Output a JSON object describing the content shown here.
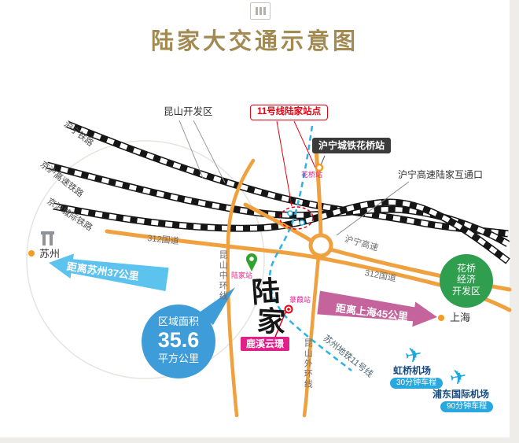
{
  "title": "陆家大交通示意图",
  "icons": {
    "plane": "✈"
  },
  "colors": {
    "title": "#a38a52",
    "railway": "#161616",
    "road": "#f0a13f",
    "metro": "#2bb3e8",
    "accent_red": "#e60012",
    "accent_pink": "#e0218a",
    "bubble_blue": "#3e9cd9",
    "arrow_blue": "#5cc2ee",
    "arrow_pink": "#c4639c",
    "zone_green": "#2f9f4f",
    "plane_blue": "#1ba7e2"
  },
  "callouts": {
    "kunshan_dev_zone": "昆山开发区",
    "line11_lujia_station": "11号线陆家站点",
    "huning_cityrail_huaqiao": "沪宁城铁花桥站",
    "huning_expwy_interchange": "沪宁高速陆家互通口"
  },
  "railways": {
    "huning": "沪宁铁路",
    "jinghu_hsr": "京沪高速铁路",
    "jinghu_intercity": "京沪城际铁路"
  },
  "roads": {
    "g312_west": "312国道",
    "g312_east": "312国道",
    "huning_expwy": "沪宁高速",
    "middle_ring": "昆山中环线",
    "outer_ring": "昆山外环线"
  },
  "metro": {
    "line11_label": "苏州地铁11号线",
    "station_huaqiao": "花桥站",
    "station_lujia": "陆家站",
    "station_lvjia": "菉葭站"
  },
  "cities": {
    "suzhou": "苏州",
    "shanghai": "上海"
  },
  "distance": {
    "suzhou": "距离苏州37公里",
    "shanghai": "距离上海45公里"
  },
  "area": {
    "label": "区域面积",
    "value": "35.6",
    "unit": "平方公里"
  },
  "lujia": {
    "char1": "陆",
    "char2": "家"
  },
  "project": {
    "name": "鹿溪云璟"
  },
  "zones": {
    "huaqiao_line1": "花桥",
    "huaqiao_line2": "经济",
    "huaqiao_line3": "开发区"
  },
  "airports": {
    "hongqiao": {
      "name": "虹桥机场",
      "drive": "30分钟车程"
    },
    "pudong": {
      "name": "浦东国际机场",
      "drive": "90分钟车程"
    }
  }
}
